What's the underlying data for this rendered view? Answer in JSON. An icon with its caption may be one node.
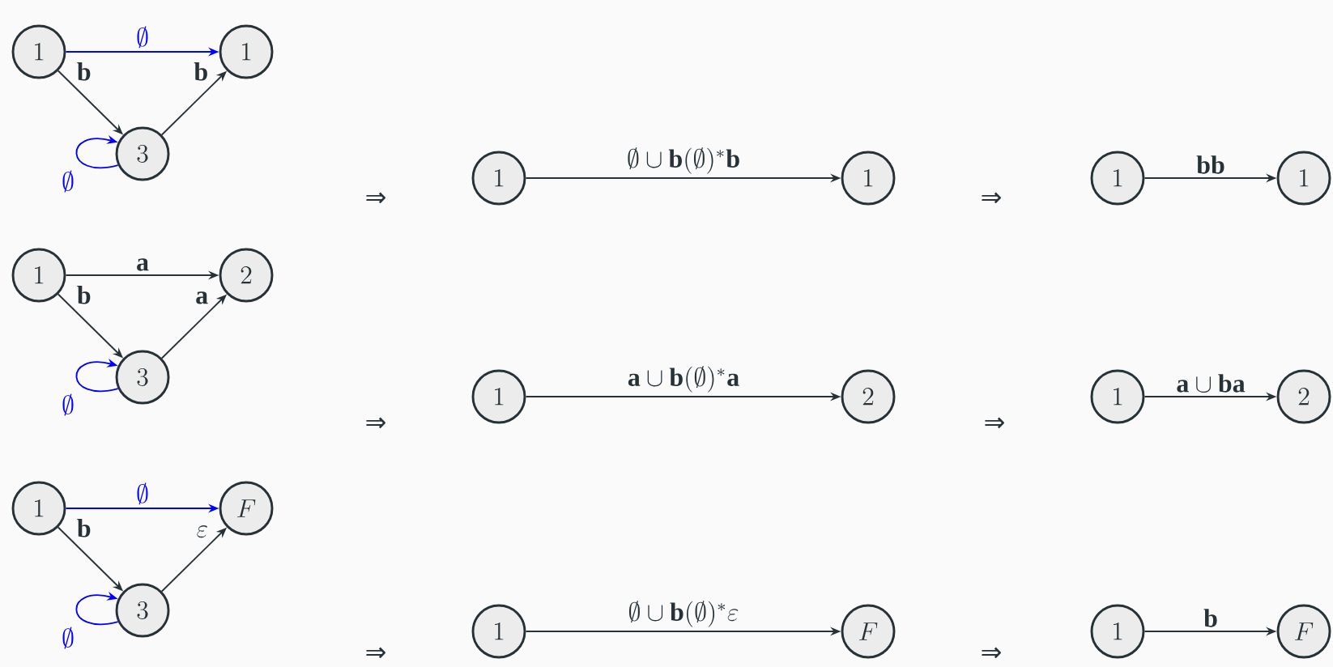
{
  "diagram": {
    "nodes": [
      {
        "text": [
          "1"
        ]
      },
      {
        "text": [
          "1"
        ]
      },
      {
        "text": [
          "3"
        ]
      },
      {
        "text": [
          "1"
        ]
      },
      {
        "text": [
          "1"
        ]
      },
      {
        "text": [
          "1"
        ]
      },
      {
        "text": [
          "1"
        ]
      },
      {
        "text": [
          "1"
        ]
      },
      {
        "text": [
          "2"
        ]
      },
      {
        "text": [
          "3"
        ]
      },
      {
        "text": [
          "1"
        ]
      },
      {
        "text": [
          "2"
        ]
      },
      {
        "text": [
          "1"
        ]
      },
      {
        "text": [
          "2"
        ]
      },
      {
        "text": [
          "1"
        ]
      },
      {
        "text": [
          "F"
        ]
      },
      {
        "text": [
          "3"
        ]
      },
      {
        "text": [
          "1"
        ]
      },
      {
        "text": [
          "F"
        ]
      },
      {
        "text": [
          "1"
        ]
      },
      {
        "text": [
          "F"
        ]
      }
    ],
    "edges": [
      {
        "from": 0,
        "to": 1,
        "arrow": "to",
        "label": "\\emptyset",
        "color": "#0000ff"
      },
      {
        "from": 0,
        "to": 2,
        "arrow": "to",
        "label": "\\mathbf{b}"
      },
      {
        "from": 2,
        "to": 1,
        "arrow": "to",
        "label": "\\mathbf{b}"
      },
      {
        "from": 2,
        "to": 2,
        "arrow": "to",
        "label": "\\emptyset",
        "color": "#0000ff"
      },
      {
        "from": 3,
        "to": 4,
        "arrow": "to",
        "label": "\\emptyset\\cup\\mathbf{b}(\\emptyset)^{*}\\mathbf{b}"
      },
      {
        "from": 5,
        "to": 6,
        "arrow": "to",
        "label": "\\mathbf{bb}"
      },
      {
        "from": 7,
        "to": 8,
        "arrow": "to",
        "label": "\\mathbf{a}"
      },
      {
        "from": 7,
        "to": 9,
        "arrow": "to",
        "label": "\\mathbf{b}"
      },
      {
        "from": 9,
        "to": 8,
        "arrow": "to",
        "label": "\\mathbf{a}"
      },
      {
        "from": 9,
        "to": 9,
        "arrow": "to",
        "label": "\\emptyset",
        "color": "#0000ff"
      },
      {
        "from": 10,
        "to": 11,
        "arrow": "to",
        "label": "\\mathbf{a}\\cup\\mathbf{b}(\\emptyset)^{*}\\mathbf{a}"
      },
      {
        "from": 12,
        "to": 13,
        "arrow": "to",
        "label": "\\mathbf{a}\\cup\\mathbf{ba}"
      },
      {
        "from": 14,
        "to": 15,
        "arrow": "to",
        "label": "\\emptyset",
        "color": "#0000ff"
      },
      {
        "from": 14,
        "to": 16,
        "arrow": "to",
        "label": "\\mathbf{b}"
      },
      {
        "from": 16,
        "to": 15,
        "arrow": "to",
        "label": "\\varepsilon"
      },
      {
        "from": 16,
        "to": 16,
        "arrow": "to",
        "label": "\\emptyset",
        "color": "#0000ff"
      },
      {
        "from": 17,
        "to": 18,
        "arrow": "to",
        "label": "\\emptyset\\cup\\mathbf{b}(\\emptyset)^{*}\\varepsilon"
      },
      {
        "from": 19,
        "to": 20,
        "arrow": "to",
        "label": "\\mathbf{b}"
      }
    ],
    "labels": [
      "⇒",
      "⇒",
      "⇒",
      "⇒",
      "⇒",
      "⇒"
    ]
  }
}
